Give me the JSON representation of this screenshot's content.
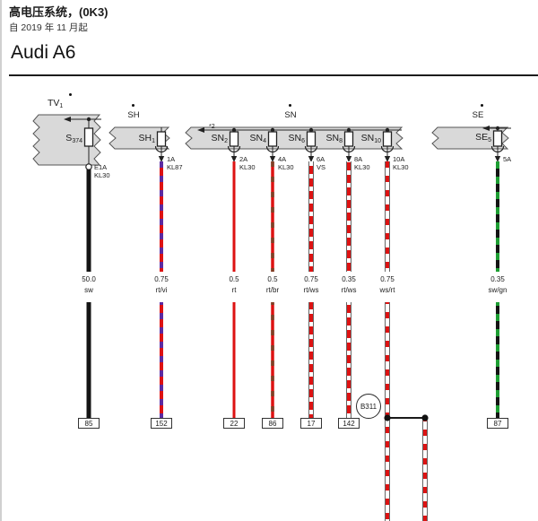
{
  "header": {
    "title": "高电压系统，(0K3)",
    "subtitle": "自 2019 年 11 月起",
    "model": "Audi A6"
  },
  "refs": {
    "tv1": {
      "name": "TV",
      "sub": "1"
    },
    "s374": {
      "name": "S",
      "sub": "374"
    },
    "sh": "SH",
    "sh1": {
      "name": "SH",
      "sub": "1"
    },
    "sn": "SN",
    "sn2_note": "*2",
    "sn2": {
      "name": "SN",
      "sub": "2"
    },
    "sn4": {
      "name": "SN",
      "sub": "4"
    },
    "sn6": {
      "name": "SN",
      "sub": "6"
    },
    "sn8": {
      "name": "SN",
      "sub": "8"
    },
    "sn10": {
      "name": "SN",
      "sub": "10"
    },
    "se": "SE",
    "se5": {
      "name": "SE",
      "sub": "5"
    },
    "b311": "B311"
  },
  "pins": {
    "e1a": {
      "pin": "E1A",
      "circuit": "KL30"
    },
    "sh1": {
      "pin": "1A",
      "circuit": "KL87"
    },
    "sn2": {
      "pin": "2A",
      "circuit": "KL30"
    },
    "sn4": {
      "pin": "4A",
      "circuit": "KL30"
    },
    "sn6": {
      "pin": "6A",
      "circuit": "VS"
    },
    "sn8": {
      "pin": "8A",
      "circuit": "KL30"
    },
    "sn10": {
      "pin": "10A",
      "circuit": "KL30"
    },
    "se5": {
      "pin": "5A"
    }
  },
  "wires": {
    "sw": {
      "gauge": "50.0",
      "color": "sw",
      "hex1": "#141414"
    },
    "rtvi": {
      "gauge": "0.75",
      "color": "rt/vi",
      "hex1": "#dd1212",
      "hex2": "#5b2ba2"
    },
    "rt": {
      "gauge": "0.5",
      "color": "rt",
      "hex1": "#dd1212"
    },
    "rtbr": {
      "gauge": "0.5",
      "color": "rt/br",
      "hex1": "#dd1212",
      "hex2": "#7d4126"
    },
    "rtws6": {
      "gauge": "0.75",
      "color": "rt/ws",
      "hex1": "#dd1212",
      "hex2": "#ffffff"
    },
    "rtws8": {
      "gauge": "0.35",
      "color": "rt/ws",
      "hex1": "#dd1212",
      "hex2": "#ffffff"
    },
    "wsrt": {
      "gauge": "0.75",
      "color": "ws/rt",
      "hex1": "#ffffff",
      "hex2": "#dd1212"
    },
    "swgn": {
      "gauge": "0.35",
      "color": "sw/gn",
      "hex1": "#141414",
      "hex2": "#1e9e33"
    }
  },
  "terminals": {
    "tv1": "85",
    "sh1": "152",
    "sn2": "22",
    "sn4": "86",
    "sn6": "17",
    "sn8": "142",
    "se5": "87"
  }
}
